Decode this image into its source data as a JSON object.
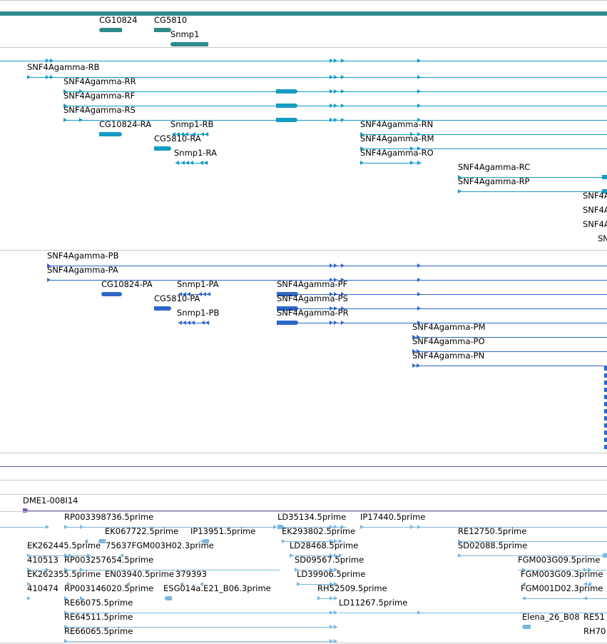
{
  "colors": {
    "gene": "#2e8b8b",
    "transcript": "#139cc4",
    "protein": "#2f67c8",
    "cdna": "#7bb6de",
    "bac": "#7a5ab8",
    "separator": "#c8c8c8",
    "text": "#000000"
  },
  "gene_track": {
    "labels": {
      "cg10824": "CG10824",
      "cg5810": "CG5810",
      "snmp1": "Snmp1"
    }
  },
  "transcripts_track": {
    "labels": {
      "rb": "SNF4Agamma-RB",
      "rr": "SNF4Agamma-RR",
      "rf": "SNF4Agamma-RF",
      "rs": "SNF4Agamma-RS",
      "cg10824_ra": "CG10824-RA",
      "snmp1_rb": "Snmp1-RB",
      "rn": "SNF4Agamma-RN",
      "cg5810_ra": "CG5810-RA",
      "rm": "SNF4Agamma-RM",
      "snmp1_ra": "Snmp1-RA",
      "ro": "SNF4Agamma-RO",
      "rc": "SNF4Agamma-RC",
      "rp": "SNF4Agamma-RP",
      "cut1": "SNF4A",
      "cut2": "SNF4A",
      "cut3": "SNF4A",
      "cut4": "SN"
    }
  },
  "proteins_track": {
    "labels": {
      "pb": "SNF4Agamma-PB",
      "pa": "SNF4Agamma-PA",
      "cg10824_pa": "CG10824-PA",
      "snmp1_pa": "Snmp1-PA",
      "pf": "SNF4Agamma-PF",
      "cg5810_pa": "CG5810-PA",
      "ps": "SNF4Agamma-PS",
      "snmp1_pb": "Snmp1-PB",
      "pr": "SNF4Agamma-PR",
      "pm": "SNF4Agamma-PM",
      "po": "SNF4Agamma-PO",
      "pn": "SNF4Agamma-PN"
    }
  },
  "bac_track": {
    "labels": {
      "dme1": "DME1-008I14"
    }
  },
  "cdna_track": {
    "labels": {
      "rp003398736": "RP003398736.5prime",
      "ld35134": "LD35134.5prime",
      "ip17440": "IP17440.5prime",
      "ek067722": "EK067722.5prime",
      "ip13951": "IP13951.5prime",
      "ek293802": "EK293802.5prime",
      "re12750": "RE12750.5prime",
      "ek262445": "EK262445.5prime",
      "x75637": "75637FGM003H02.3prime",
      "ld28468": "LD28468.5prime",
      "sd02088": "SD02088.5prime",
      "n410513": "410513",
      "rp003257654": "RP003257654.5prime",
      "sd09567": "SD09567.5prime",
      "fgm003g09_5": "FGM003G09.5prime",
      "ek262355": "EK262355.5prime",
      "en03940": "EN03940.5prime",
      "n379393": "379393",
      "ld39906": "LD39906.5prime",
      "fgm003g09_3": "FGM003G09.3prime",
      "n410474": "410474",
      "rp003146020": "RP003146020.5prime",
      "esg014a": "ESG014a.E21_B06.3prime",
      "rh52509": "RH52509.5prime",
      "fgm001d02": "FGM001D02.3prime",
      "re66075": "RE66075.5prime",
      "ld11267": "LD11267.5prime",
      "re64511": "RE64511.5prime",
      "elena": "Elena_26_B08",
      "re51": "RE51",
      "re66065": "RE66065.5prime",
      "rh70": "RH70"
    }
  }
}
